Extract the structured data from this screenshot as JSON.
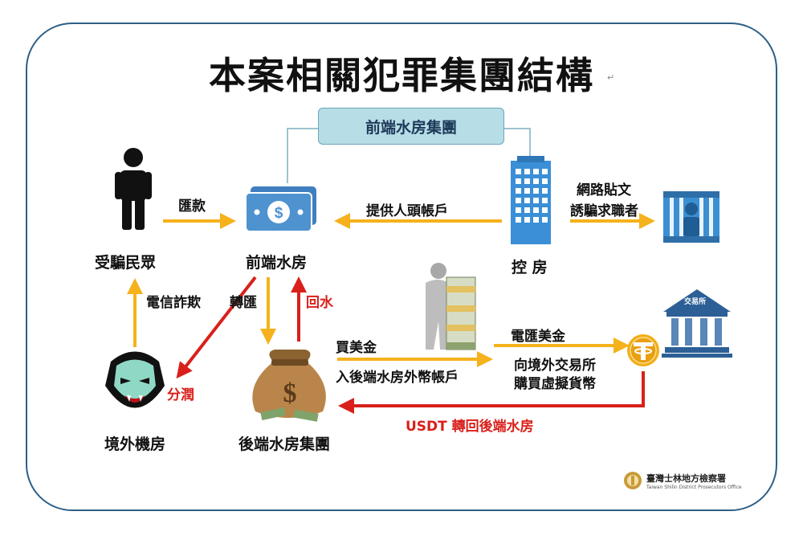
{
  "title": "本案相關犯罪集團結構",
  "group_label": "前端水房集團",
  "nodes": {
    "victims": "受騙民眾",
    "front_house": "前端水房",
    "control_room": "控  房",
    "overseas_room": "境外機房",
    "back_group": "後端水房集團"
  },
  "edges": {
    "remit": "匯款",
    "provide_accounts": "提供人頭帳戶",
    "recruit_1": "網路貼文",
    "recruit_2": "誘騙求職者",
    "telecom_fraud": "電信詐欺",
    "transfer": "轉匯",
    "return_water": "回水",
    "profit_share": "分潤",
    "buy_usd": "買美金",
    "deposit_fx": "入後端水房外幣帳戶",
    "wire_usd": "電匯美金",
    "exchange_1": "向境外交易所",
    "exchange_2": "購買虛擬貨幣",
    "usdt_back": "USDT 轉回後端水房"
  },
  "exchange_sign": "交易所",
  "logo": {
    "name": "臺灣士林地方檢察署",
    "english": "Taiwan Shilin District Prosecutors Office"
  },
  "colors": {
    "flow_arrow": "#f5b21c",
    "money_arrow": "#d9201b",
    "frame": "#2d5f86",
    "building": "#3b8fd6",
    "group_box": "#b7dde6"
  },
  "icons": [
    "person-icon",
    "cash-icon",
    "building-icon",
    "jail-icon",
    "vampire-icon",
    "money-bag-icon",
    "dollar-stack-icon",
    "tether-icon",
    "bank-icon",
    "seal-icon"
  ]
}
